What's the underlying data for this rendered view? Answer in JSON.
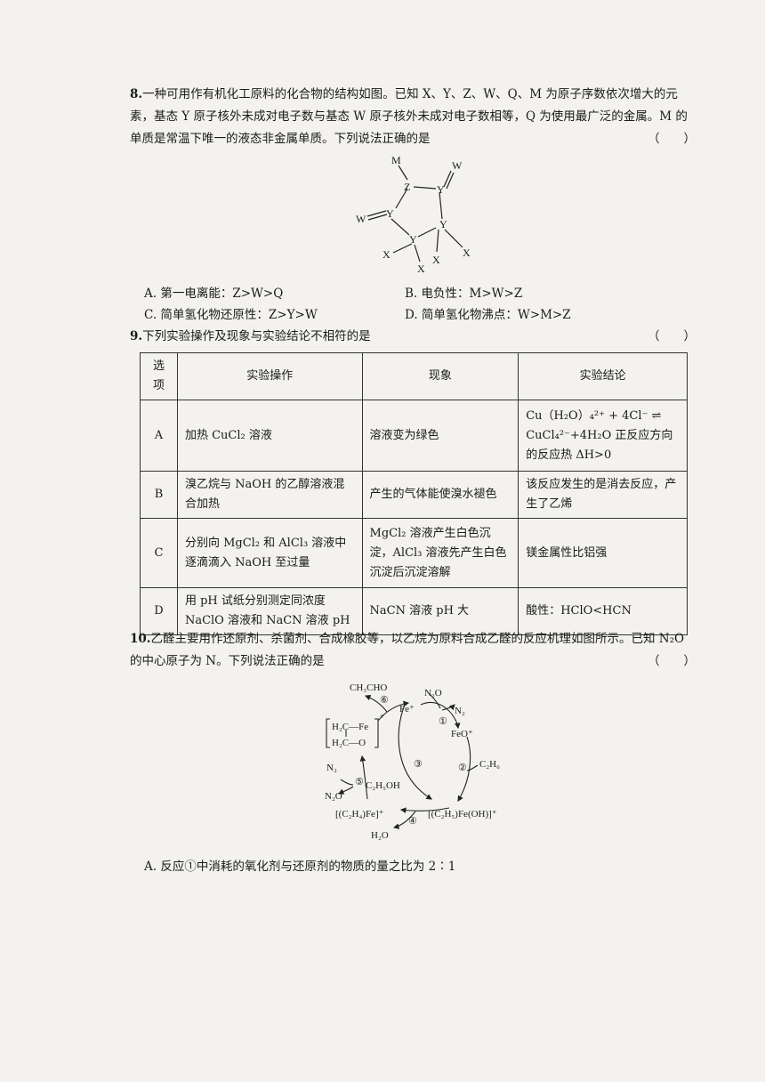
{
  "q8": {
    "number": "8.",
    "stem": "一种可用作有机化工原料的化合物的结构如图。已知 X、Y、Z、W、Q、M 为原子序数依次增大的元素，基态 Y 原子核外未成对电子数与基态 W 原子核外未成对电子数相等，Q 为使用最广泛的金属。M 的单质是常温下唯一的液态非金属单质。下列说法正确的是",
    "paren": "（　　）",
    "structure_labels": {
      "m": "M",
      "z": "Z",
      "y": "Y",
      "w": "W",
      "x": "X"
    },
    "options": {
      "a": "A. 第一电离能：Z>W>Q",
      "b": "B. 电负性：M>W>Z",
      "c": "C. 简单氢化物还原性：Z>Y>W",
      "d": "D. 简单氢化物沸点：W>M>Z"
    }
  },
  "q9": {
    "number": "9.",
    "stem": "下列实验操作及现象与实验结论不相符的是",
    "paren": "（　　）",
    "headers": [
      "选项",
      "实验操作",
      "现象",
      "实验结论"
    ],
    "rows": [
      {
        "option": "A",
        "operation": "加热 CuCl₂ 溶液",
        "phenomenon": "溶液变为绿色",
        "conclusion": "Cu（H₂O）₄²⁺ + 4Cl⁻ ⇌ CuCl₄²⁻+4H₂O 正反应方向的反应热 ΔH>0"
      },
      {
        "option": "B",
        "operation": "溴乙烷与 NaOH 的乙醇溶液混合加热",
        "phenomenon": "产生的气体能使溴水褪色",
        "conclusion": "该反应发生的是消去反应，产生了乙烯"
      },
      {
        "option": "C",
        "operation": "分别向 MgCl₂ 和 AlCl₃ 溶液中逐滴滴入 NaOH 至过量",
        "phenomenon": "MgCl₂ 溶液产生白色沉淀，AlCl₃ 溶液先产生白色沉淀后沉淀溶解",
        "conclusion": "镁金属性比铝强"
      },
      {
        "option": "D",
        "operation": "用 pH 试纸分别测定同浓度 NaClO 溶液和 NaCN 溶液 pH",
        "phenomenon": "NaCN 溶液 pH 大",
        "conclusion": "酸性：HClO<HCN"
      }
    ]
  },
  "q10": {
    "number": "10.",
    "stem": "乙醛主要用作还原剂、杀菌剂、合成橡胶等，以乙烷为原料合成乙醛的反应机理如图所示。已知 N₂O 的中心原子为 N。下列说法正确的是",
    "paren": "（　　）",
    "mechanism": {
      "acetaldehyde": "CH₃CHO",
      "n2o_top": "N₂O",
      "n2_top": "N₂",
      "fe_plus": "Fe⁺",
      "feo_plus": "FeO⁺",
      "ethane": "C₂H₆",
      "c2h5feoh": "[(C₂H₅)Fe(OH)]⁺",
      "c2h4fe": "[(C₂H₄)Fe]⁺",
      "water": "H₂O",
      "ethanol": "C₂H₅OH",
      "n2_left": "N₂",
      "n2o_left": "N₂O",
      "ring_top": "H₂C—Fe",
      "ring_bottom": "H₂C—O",
      "ring_charge": "+",
      "step1": "①",
      "step2": "②",
      "step3": "③",
      "step4": "④",
      "step5": "⑤",
      "step6": "⑥"
    },
    "option_a": "A. 反应①中消耗的氧化剂与还原剂的物质的量之比为 2∶1"
  }
}
